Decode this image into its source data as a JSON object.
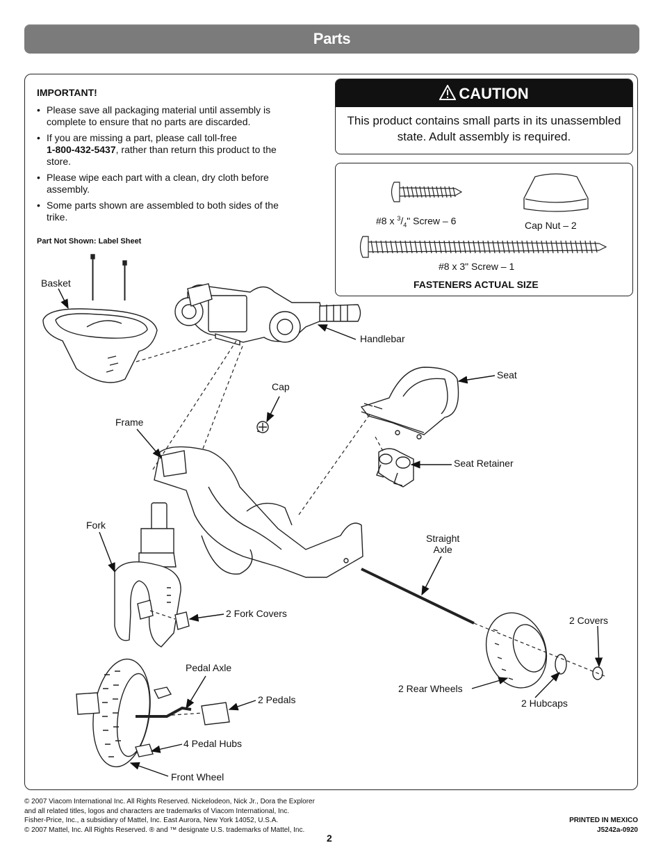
{
  "header": {
    "title": "Parts"
  },
  "important": {
    "heading": "IMPORTANT!",
    "bullets": [
      "Please save all packaging material until assembly is complete to ensure that no parts are discarded.",
      "Please wipe each part with a clean, dry cloth before assembly.",
      "Some parts shown are assembled to both sides of the trike."
    ],
    "missing_part": {
      "prefix": "If you are missing a part, please call toll-free",
      "phone": "1-800-432-5437",
      "suffix": ", rather than return this product to the store."
    },
    "part_not_shown": "Part Not Shown: Label Sheet"
  },
  "caution": {
    "heading": "CAUTION",
    "text": "This product contains small parts in its unassembled state. Adult assembly is required."
  },
  "fasteners": {
    "screw_small": {
      "prefix": "#8 x ",
      "num": "3",
      "den": "4",
      "suffix": "\" Screw – 6"
    },
    "cap_nut": "Cap Nut – 2",
    "screw_long": "#8 x 3\" Screw – 1",
    "footer": "FASTENERS ACTUAL SIZE"
  },
  "parts": {
    "basket": "Basket",
    "handlebar": "Handlebar",
    "cap": "Cap",
    "seat": "Seat",
    "frame": "Frame",
    "seat_retainer": "Seat Retainer",
    "fork": "Fork",
    "straight_axle_1": "Straight",
    "straight_axle_2": "Axle",
    "fork_covers": "2 Fork Covers",
    "covers": "2 Covers",
    "pedal_axle": "Pedal Axle",
    "rear_wheels": "2 Rear Wheels",
    "pedals": "2 Pedals",
    "hubcaps": "2 Hubcaps",
    "pedal_hubs": "4 Pedal Hubs",
    "front_wheel": "Front Wheel"
  },
  "footer": {
    "lines": [
      "© 2007 Viacom International Inc. All Rights Reserved. Nickelodeon, Nick Jr., Dora the Explorer",
      "and all related titles, logos and characters are trademarks of Viacom International, Inc.",
      "Fisher-Price, Inc., a subsidiary of Mattel, Inc. East Aurora, New York 14052, U.S.A.",
      "© 2007 Mattel, Inc. All Rights Reserved. ® and ™ designate U.S. trademarks of Mattel, Inc."
    ],
    "printed": "PRINTED IN MEXICO",
    "code": "J5242a-0920",
    "page": "2"
  }
}
